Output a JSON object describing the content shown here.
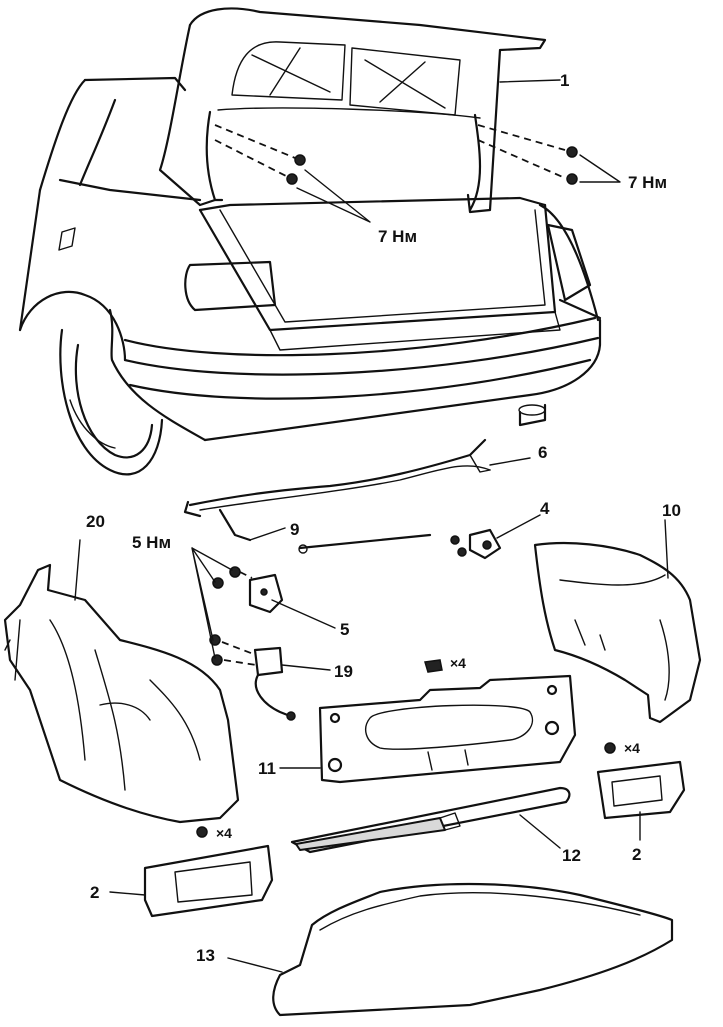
{
  "callouts": {
    "c1": "1",
    "c2a": "2",
    "c2b": "2",
    "c4": "4",
    "c5": "5",
    "c6": "6",
    "c9": "9",
    "c10": "10",
    "c11": "11",
    "c12": "12",
    "c13": "13",
    "c19": "19",
    "c20": "20"
  },
  "torques": {
    "lid_right": "7 Нм",
    "lid_left": "7 Нм",
    "lock": "5 Нм"
  },
  "quantities": {
    "nuts_center": "×4",
    "nuts_right": "×4",
    "nuts_left": "×4"
  }
}
